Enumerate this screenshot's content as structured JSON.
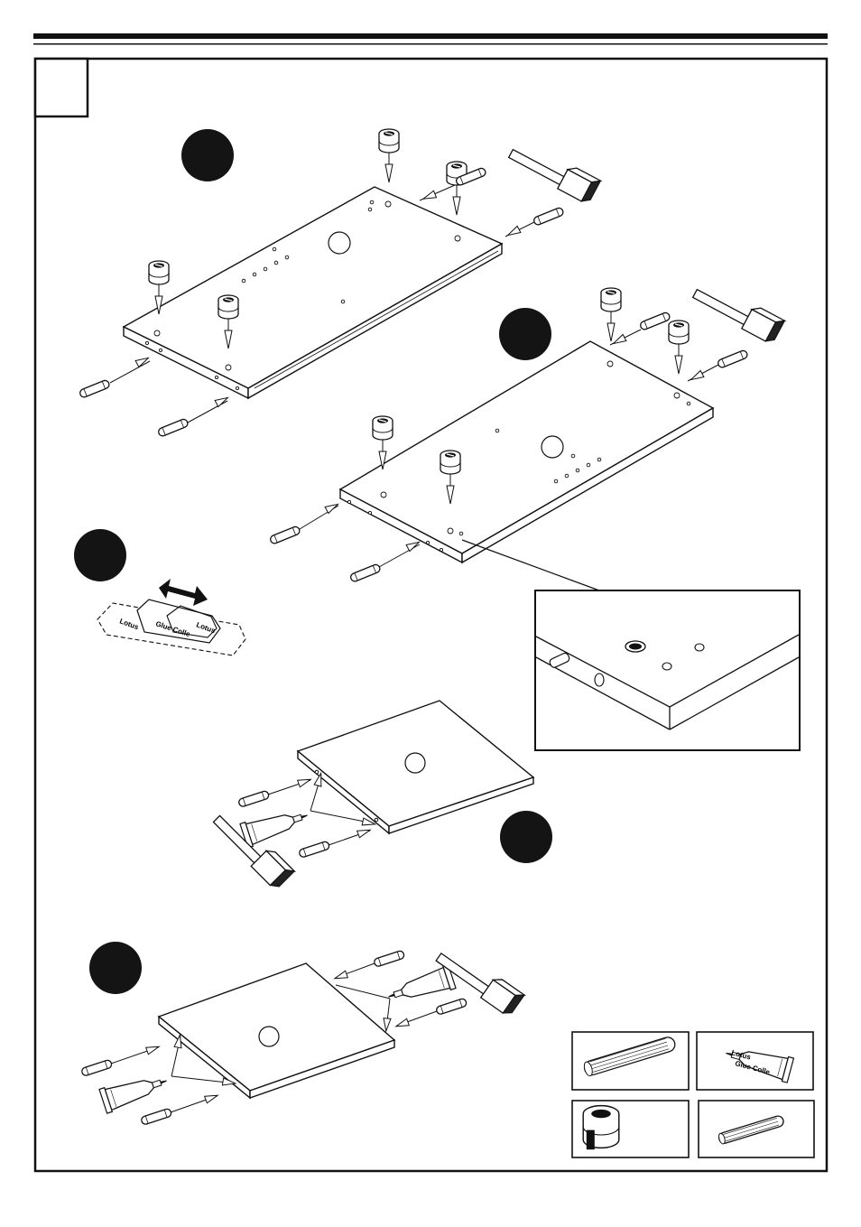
{
  "page": {
    "step_number": "",
    "background": "#ffffff",
    "ink": "#1a1a1a"
  },
  "tube_label": {
    "brand": "Lotus",
    "product": "Glue Colle"
  },
  "callouts": [
    {
      "id": "1",
      "text": ""
    },
    {
      "id": "2",
      "text": ""
    },
    {
      "id": "3",
      "text": ""
    },
    {
      "id": "4",
      "text": ""
    },
    {
      "id": "5",
      "text": ""
    }
  ],
  "icons": {
    "cam_lock": "cam-lock-icon",
    "dowel": "wooden-dowel-icon",
    "hammer": "hammer-icon",
    "glue": "glue-tube-icon",
    "arrow": "double-arrow-icon"
  }
}
